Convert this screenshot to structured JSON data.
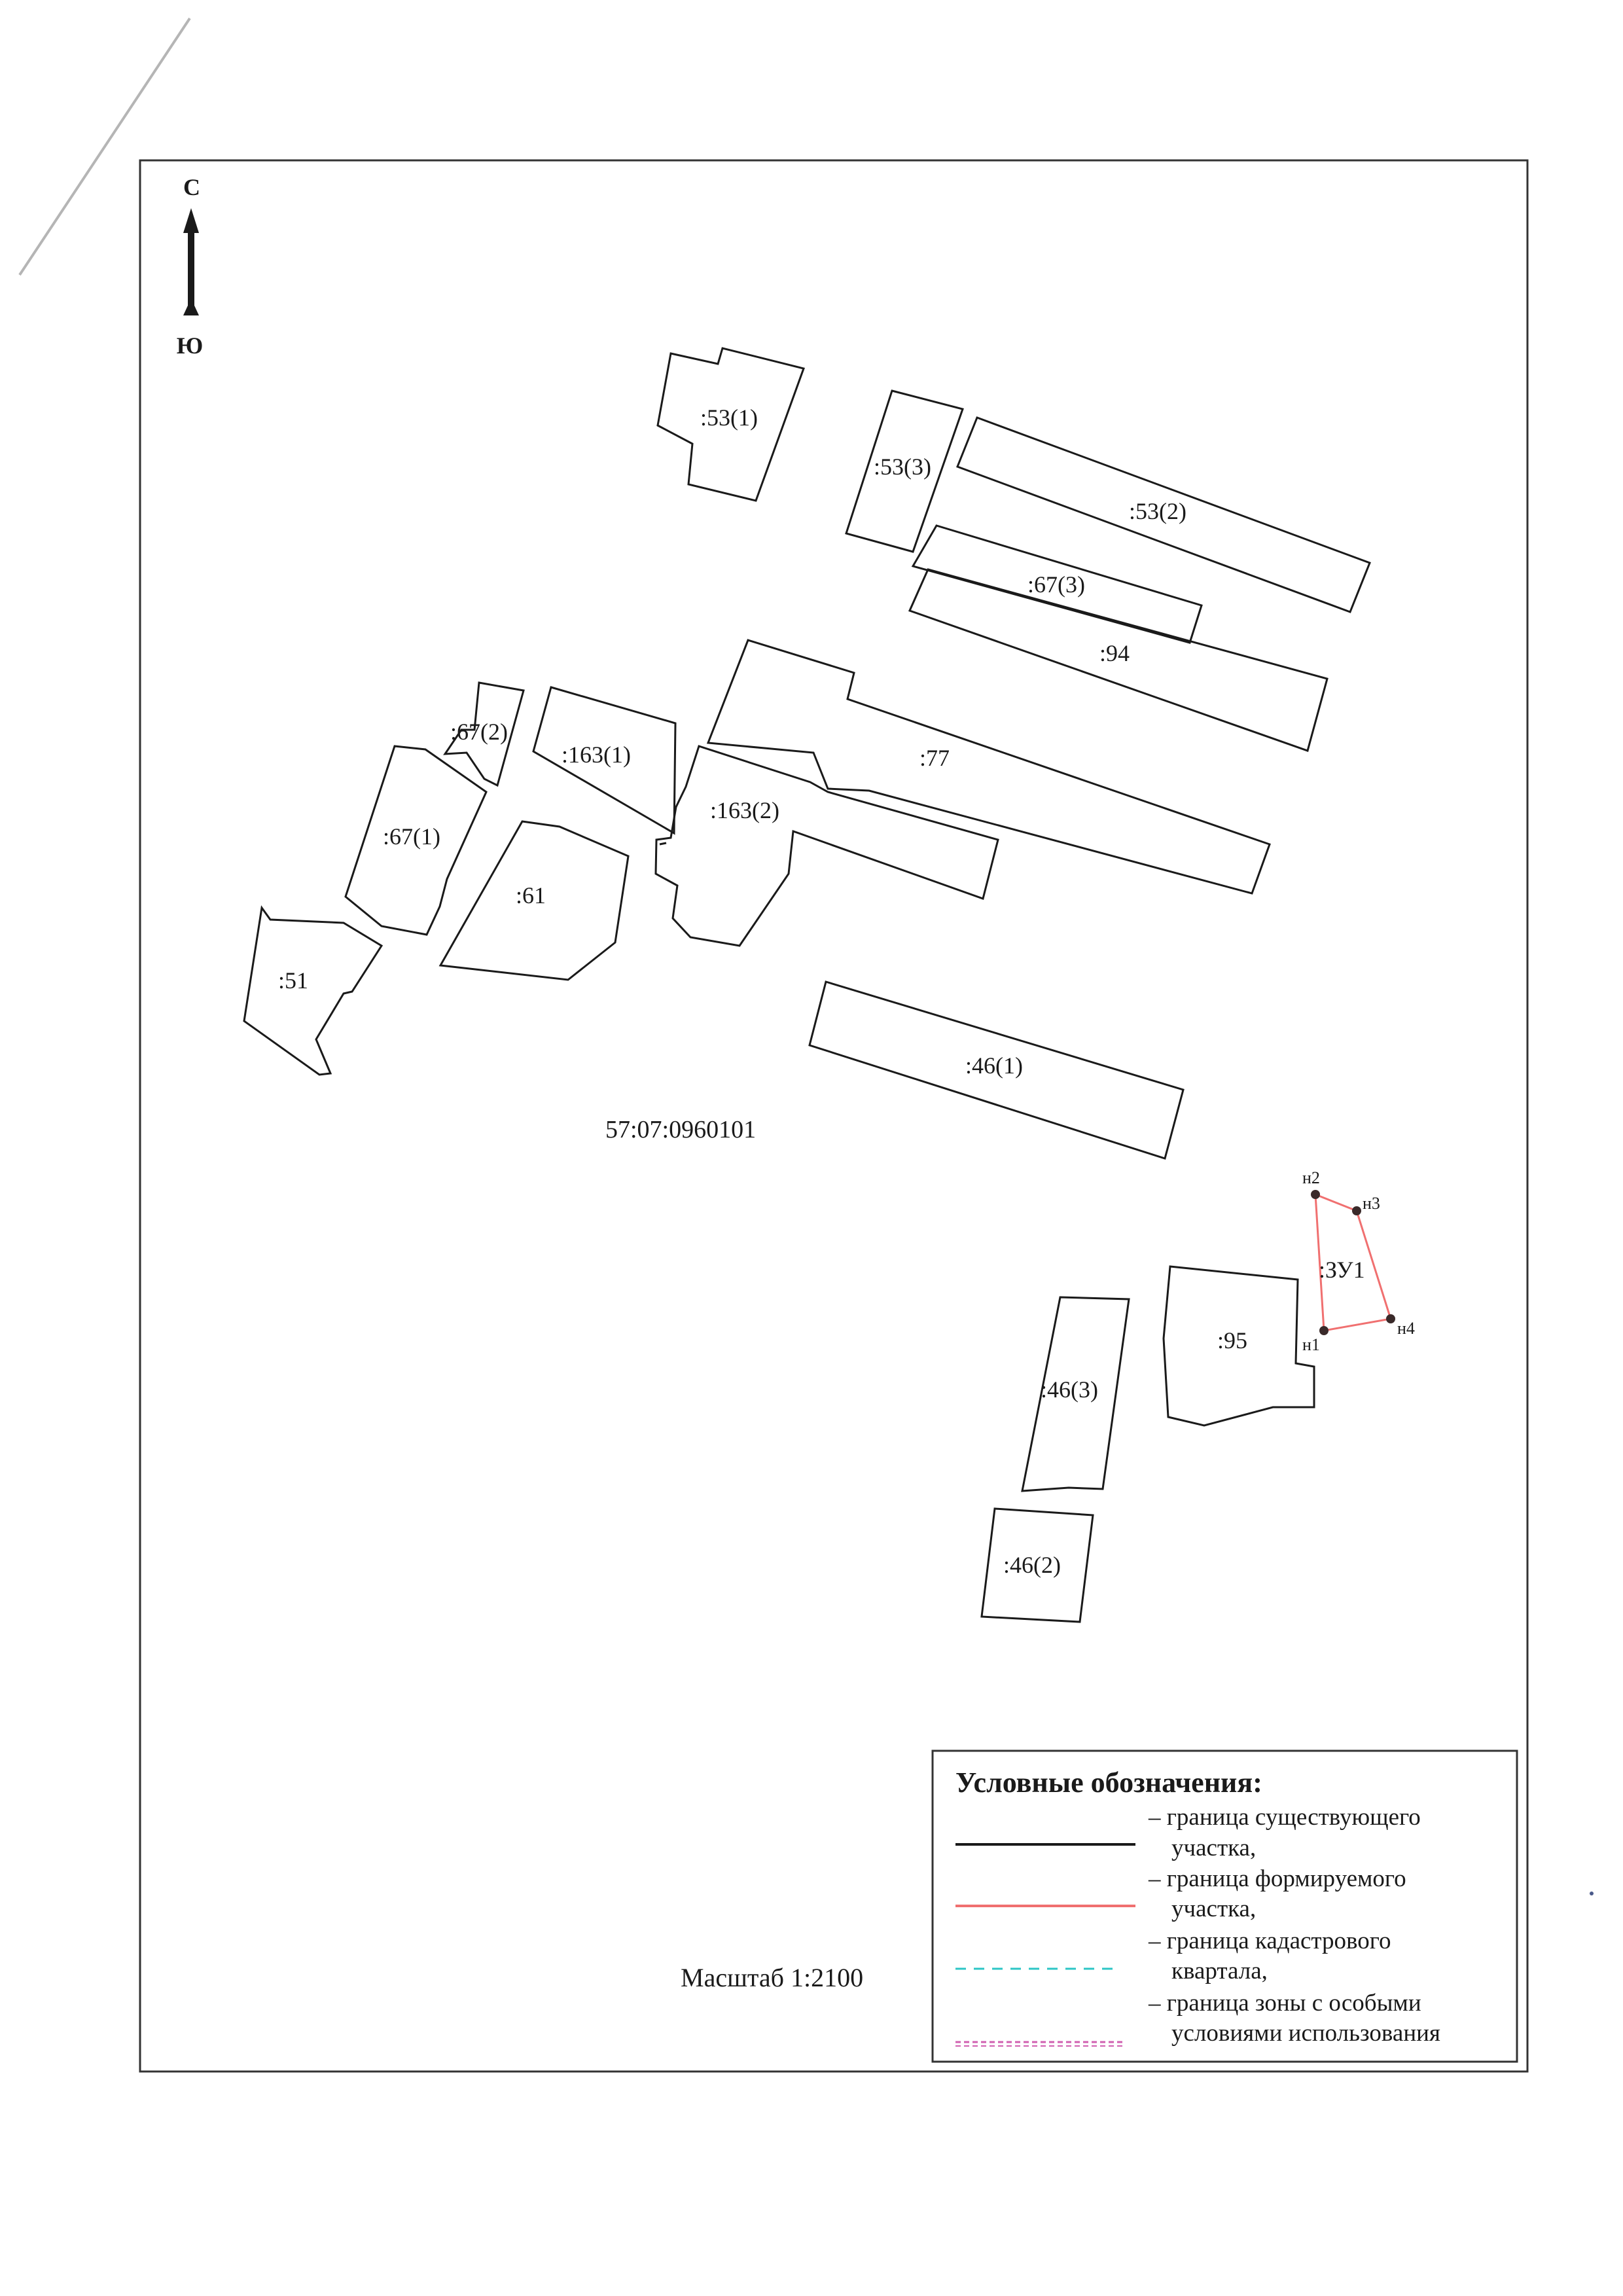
{
  "compass": {
    "north": "С",
    "south": "Ю"
  },
  "quarter_number": "57:07:0960101",
  "scale": "Масштаб 1:2100",
  "colors": {
    "existing": "#1a1a1a",
    "formed": "#f07070",
    "quarter": "#2cc6c6",
    "zone": "#d060b0"
  },
  "parcels": [
    {
      "id": "p53_1",
      "label": ":53(1)"
    },
    {
      "id": "p53_3",
      "label": ":53(3)"
    },
    {
      "id": "p53_2",
      "label": ":53(2)"
    },
    {
      "id": "p67_3",
      "label": ":67(3)"
    },
    {
      "id": "p94",
      "label": ":94"
    },
    {
      "id": "p77",
      "label": ":77"
    },
    {
      "id": "p67_2",
      "label": ":67(2)"
    },
    {
      "id": "p163_1",
      "label": ":163(1)"
    },
    {
      "id": "p163_2",
      "label": ":163(2)"
    },
    {
      "id": "p67_1",
      "label": ":67(1)"
    },
    {
      "id": "p61",
      "label": ":61"
    },
    {
      "id": "p51",
      "label": ":51"
    },
    {
      "id": "p46_1",
      "label": ":46(1)"
    },
    {
      "id": "p95",
      "label": ":95"
    },
    {
      "id": "p46_3",
      "label": ":46(3)"
    },
    {
      "id": "p46_2",
      "label": ":46(2)"
    }
  ],
  "formed_parcel": {
    "label": ":ЗУ1",
    "points": [
      "н1",
      "н2",
      "н3",
      "н4"
    ]
  },
  "legend": {
    "title": "Условные обозначения:",
    "items": [
      {
        "line1": "– граница существующего",
        "line2": "участка,"
      },
      {
        "line1": "– граница формируемого",
        "line2": "участка,"
      },
      {
        "line1": "– граница кадастрового",
        "line2": "квартала,"
      },
      {
        "line1": "– граница зоны с особыми",
        "line2": "условиями использования"
      }
    ]
  }
}
